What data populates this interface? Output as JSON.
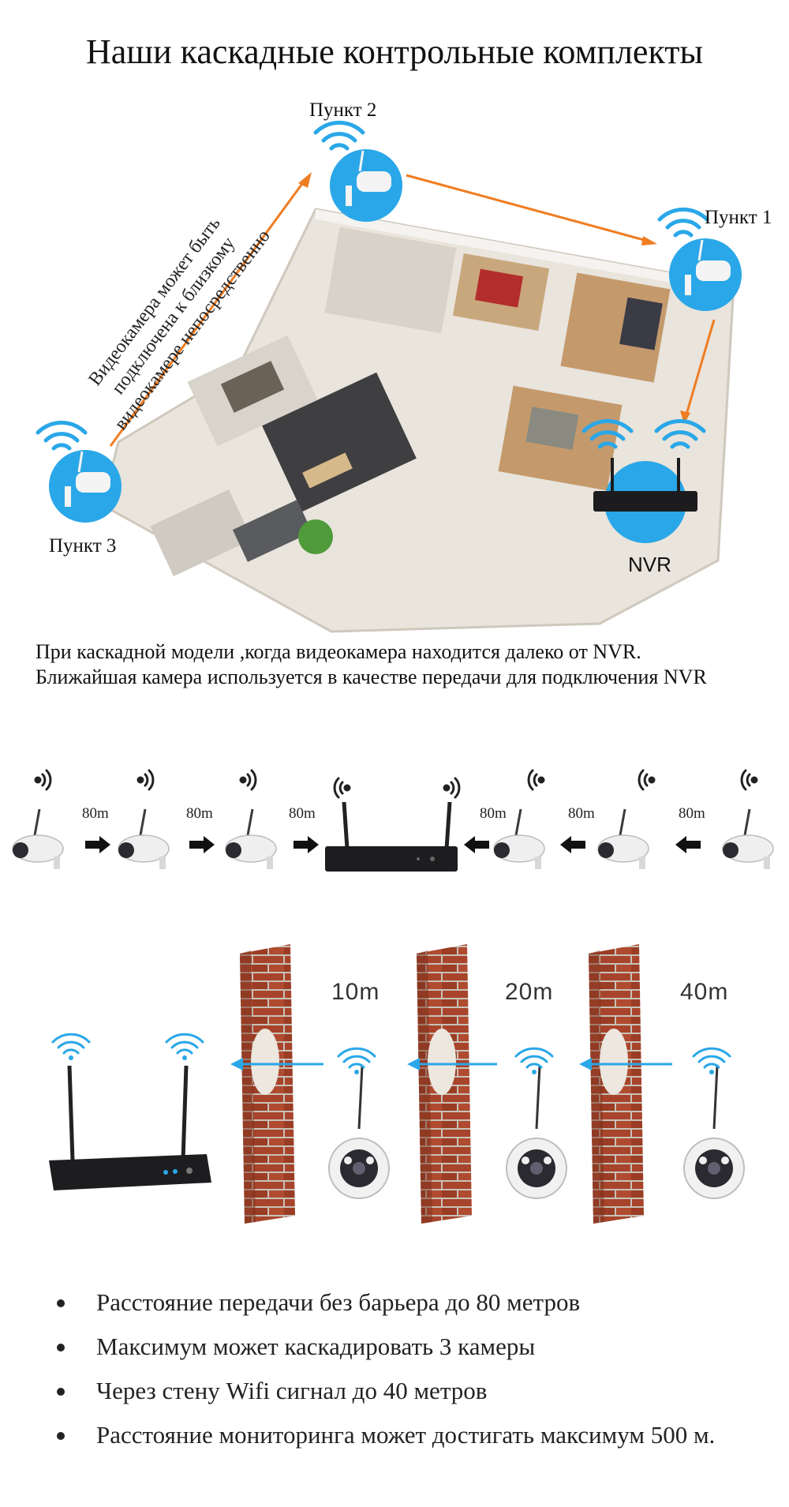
{
  "title": "Наши каскадные контрольные комплекты",
  "points": {
    "p1": "Пункт 1",
    "p2": "Пункт 2",
    "p3": "Пункт 3",
    "nvr": "NVR"
  },
  "diagonal_note": [
    "Видеокамера может быть",
    "подключена к близкому",
    "видеокамере непосредственно"
  ],
  "caption": {
    "line1": "При каскадной модели ,когда видеокамера находится далеко от NVR.",
    "line2": "Ближайшая камера используется в качестве передачи для подключения NVR"
  },
  "chain_distances": [
    "80m",
    "80m",
    "80m",
    "80m",
    "80m",
    "80m"
  ],
  "wall_distances": [
    "10m",
    "20m",
    "40m"
  ],
  "bullets": [
    "Расстояние передачи без барьера до 80 метров",
    "Максимум может каскадировать 3 камеры",
    "Через стену Wifi сигнал до 40 метров",
    "Расстояние мониторинга может достигать максимум 500 м."
  ],
  "colors": {
    "accent_blue": "#2aa7e8",
    "arrow_orange": "#ef7d22",
    "brick": "#a8442b"
  },
  "icons": [
    "wifi-icon",
    "camera-icon",
    "nvr-recorder-icon",
    "arrow-icon",
    "brick-wall-icon"
  ]
}
